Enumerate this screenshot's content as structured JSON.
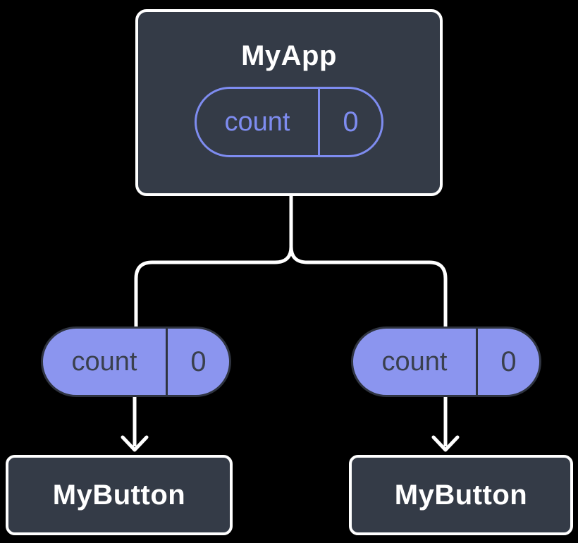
{
  "colors": {
    "background": "#000000",
    "node_fill": "#343B47",
    "node_border": "#FFFFFF",
    "pill_fill": "#8B95EF",
    "pill_border": "#2F3440",
    "pill_text": "#3A404D",
    "state_outline": "#7E8CF0",
    "connector": "#FFFFFF"
  },
  "diagram": {
    "root": {
      "title": "MyApp",
      "state": {
        "label": "count",
        "value": "0"
      }
    },
    "branches": [
      {
        "prop": {
          "label": "count",
          "value": "0"
        },
        "child": {
          "title": "MyButton"
        }
      },
      {
        "prop": {
          "label": "count",
          "value": "0"
        },
        "child": {
          "title": "MyButton"
        }
      }
    ]
  }
}
